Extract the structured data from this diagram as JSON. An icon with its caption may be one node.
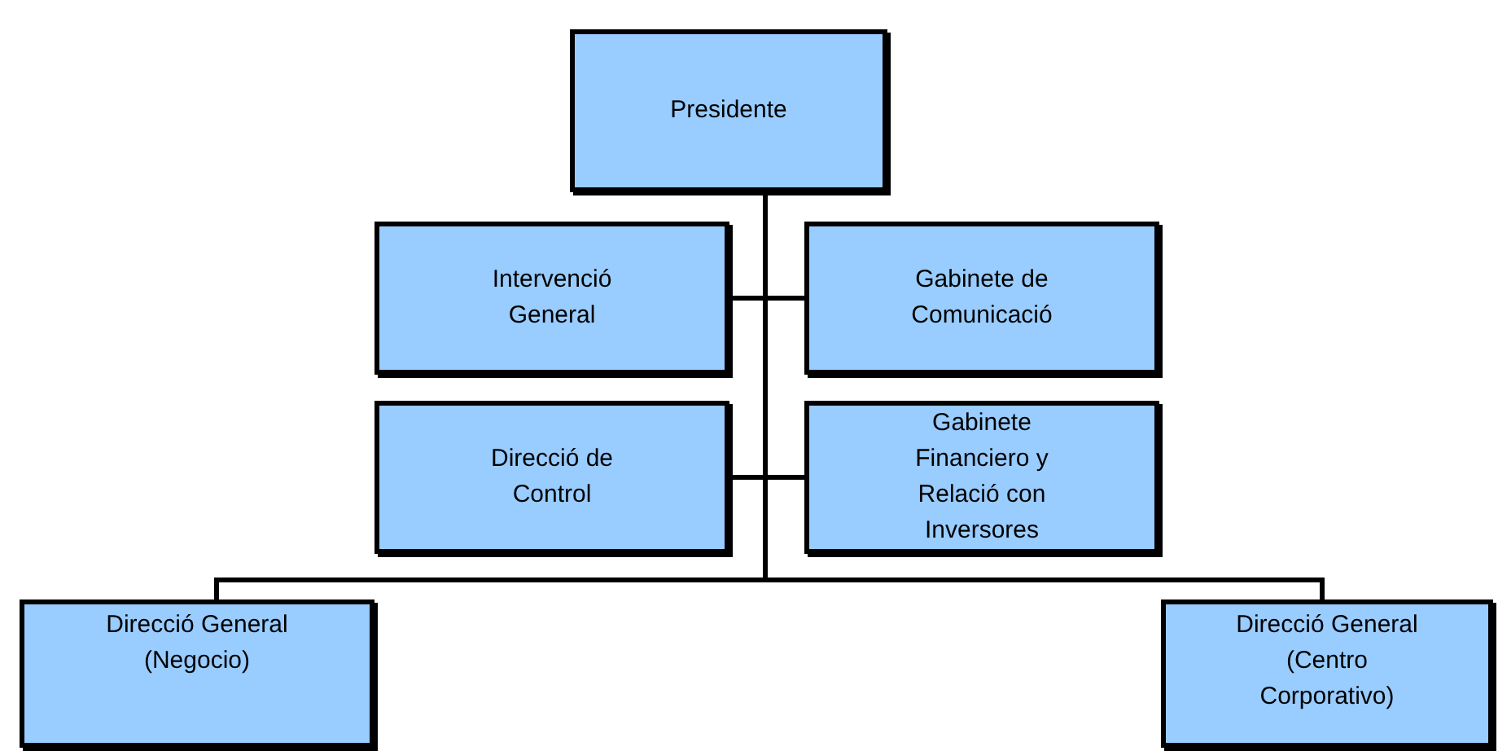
{
  "diagram": {
    "nodes": [
      {
        "text": [
          "Presidente"
        ]
      },
      {
        "text": [
          "Intervenció General"
        ]
      },
      {
        "text": [
          "Gabinete de Comunicació"
        ]
      },
      {
        "text": [
          "Direcció de Control"
        ]
      },
      {
        "text": [
          "Gabinete Financiero y Relació con Inversores"
        ]
      },
      {
        "text": [
          "Direcció General (Negocio)"
        ]
      },
      {
        "text": [
          "Direcció General (Centro Corporativo)"
        ]
      }
    ],
    "edges": [
      {
        "from": 0,
        "to": 1,
        "arrow": "none"
      },
      {
        "from": 0,
        "to": 2,
        "arrow": "none"
      },
      {
        "from": 0,
        "to": 3,
        "arrow": "none"
      },
      {
        "from": 0,
        "to": 4,
        "arrow": "none"
      },
      {
        "from": 0,
        "to": 5,
        "arrow": "none"
      },
      {
        "from": 0,
        "to": 6,
        "arrow": "none"
      }
    ]
  }
}
